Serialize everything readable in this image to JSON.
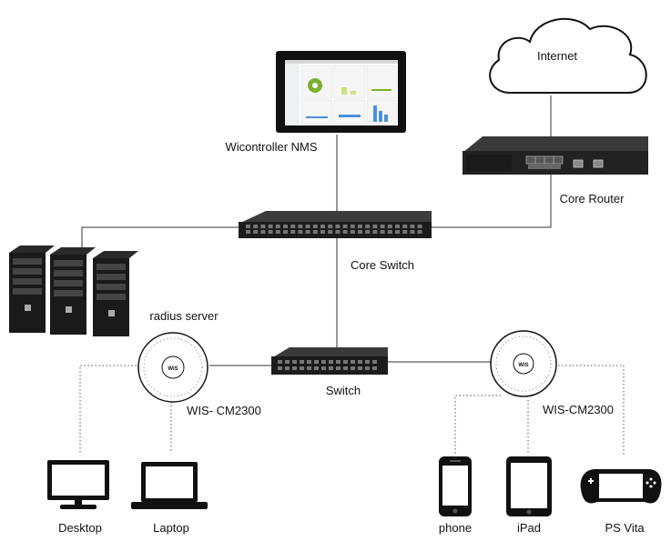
{
  "diagram": {
    "nodes": {
      "internet": {
        "label": "Internet"
      },
      "nms": {
        "label": "Wicontroller NMS"
      },
      "core_router": {
        "label": "Core  Router"
      },
      "core_switch": {
        "label": "Core Switch"
      },
      "radius_server": {
        "label": "radius server"
      },
      "switch": {
        "label": "Switch"
      },
      "ap_left": {
        "label": "WIS- CM2300",
        "logo_text": "WiS"
      },
      "ap_right": {
        "label": "WIS-CM2300",
        "logo_text": "WiS"
      },
      "desktop": {
        "label": "Desktop"
      },
      "laptop": {
        "label": "Laptop"
      },
      "phone": {
        "label": "phone"
      },
      "ipad": {
        "label": "iPad"
      },
      "ps_vita": {
        "label": "PS Vita"
      }
    },
    "links": [
      {
        "from": "internet",
        "to": "core_router",
        "style": "solid"
      },
      {
        "from": "core_router",
        "to": "core_switch",
        "style": "solid"
      },
      {
        "from": "nms",
        "to": "core_switch",
        "style": "solid"
      },
      {
        "from": "radius_server",
        "to": "core_switch",
        "style": "solid"
      },
      {
        "from": "core_switch",
        "to": "switch",
        "style": "solid"
      },
      {
        "from": "switch",
        "to": "ap_left",
        "style": "solid"
      },
      {
        "from": "switch",
        "to": "ap_right",
        "style": "solid"
      },
      {
        "from": "ap_left",
        "to": "desktop",
        "style": "dotted"
      },
      {
        "from": "ap_left",
        "to": "laptop",
        "style": "dotted"
      },
      {
        "from": "ap_right",
        "to": "phone",
        "style": "dotted"
      },
      {
        "from": "ap_right",
        "to": "ipad",
        "style": "dotted"
      },
      {
        "from": "ap_right",
        "to": "ps_vita",
        "style": "dotted"
      }
    ]
  },
  "colors": {
    "line": "#333333",
    "device_body": "#111111",
    "screen": "#ffffff",
    "nms_accent": "#7ab02e",
    "router_body": "#2a2a2a"
  }
}
